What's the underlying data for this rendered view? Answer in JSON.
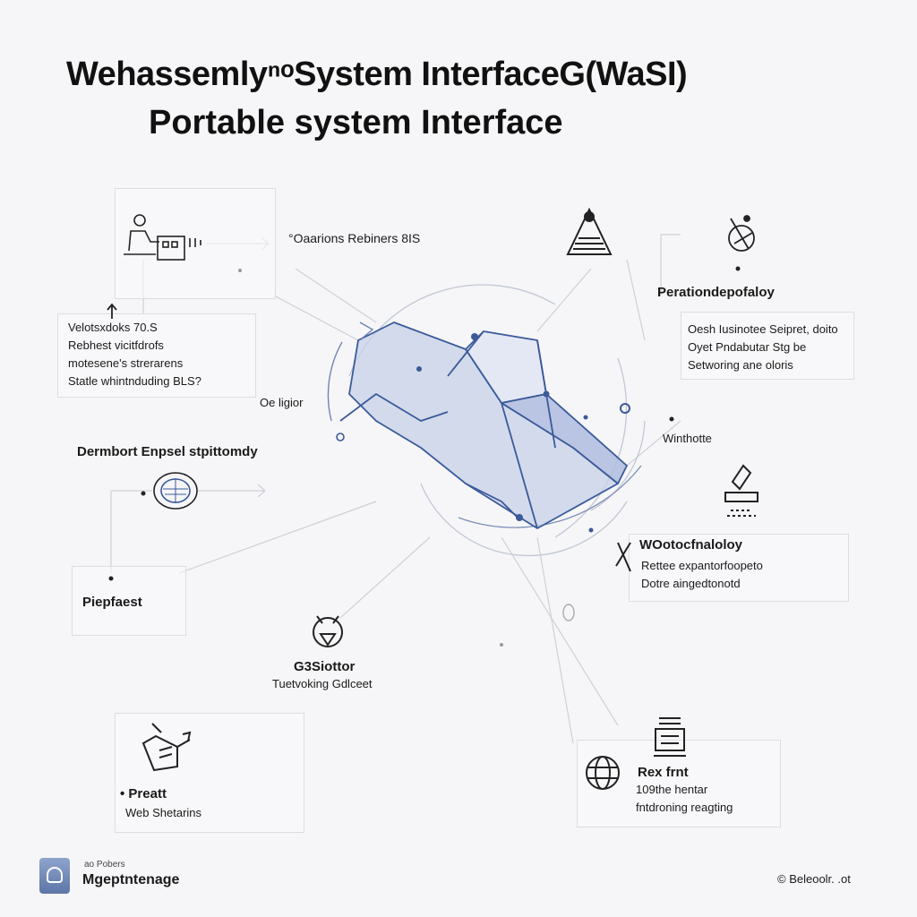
{
  "header": {
    "title_line1": "WehassemlyⁿᵒSystem InterfaceG(WaSI)",
    "title_line2": "Portable system Interface"
  },
  "nodes": {
    "top_center": {
      "label": "°Oaarions Rebiners 8IS"
    },
    "left_upper": {
      "text": "Velotsxdoks 70.S\nRebhest vicitfdrofs\nmotesene's strerarens\nStatle whintnduding BLS?"
    },
    "left_mid_label": {
      "label": "Oe ligior"
    },
    "left_heading": {
      "label": "Dermbort Enpsel stpittomdy"
    },
    "left_lower": {
      "label": "Piepfaest"
    },
    "bottom_center": {
      "title": "G3Siottor",
      "subtitle": "Tuetvoking Gdlceet"
    },
    "bottom_left": {
      "title": "• Preatt",
      "subtitle": "Web Shetarins"
    },
    "right_top": {
      "title": "Perationdepofaloy",
      "text": "Oesh Iusinotee Seipret, doito\nOyet Pndabutar Stg be\nSetworing ane oloris"
    },
    "right_mid_label": {
      "label": "Winthotte"
    },
    "right_mid": {
      "title": "WOotocfnaloloy",
      "text": "Rettee expantorfoopeto\nDotre aingedtonotd"
    },
    "bottom_right": {
      "title": "Rex frnt",
      "text": "109the hentar\nfntdroning reagting"
    }
  },
  "footer": {
    "brand_small": "ao Pobers",
    "brand_name": "Mgeptntenage",
    "copyright": "© Beleoolr. .ot"
  },
  "colors": {
    "accent": "#3b5a9a",
    "accent_fill": "#b9c6e3",
    "line": "#c9cad2",
    "box_border": "#dcdde3",
    "text": "#111111"
  }
}
